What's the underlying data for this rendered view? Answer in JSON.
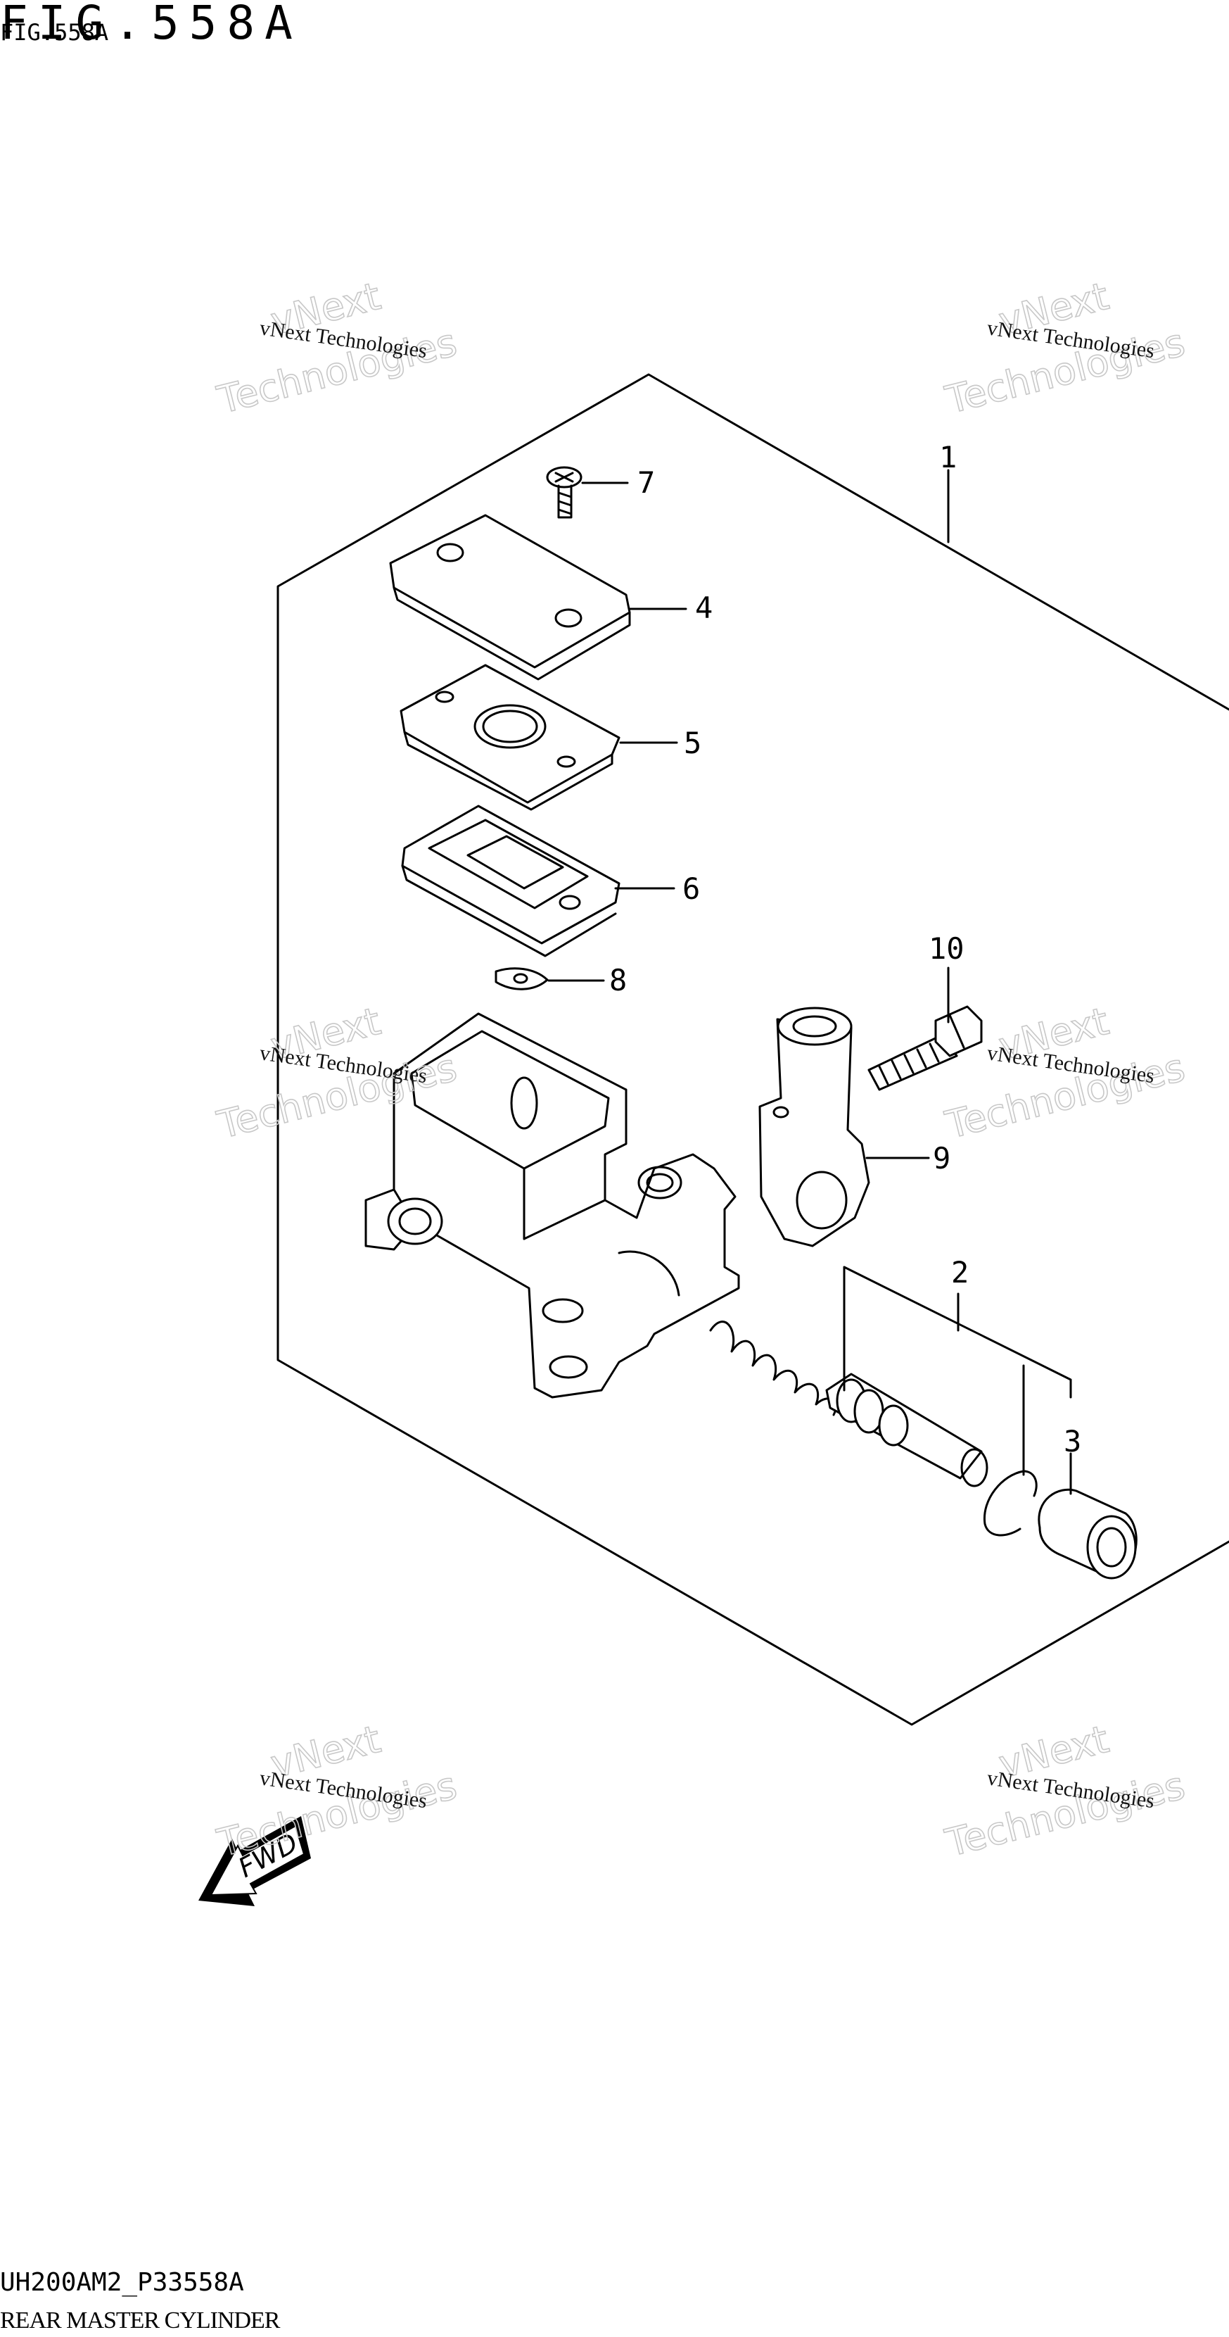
{
  "figure": {
    "title": "FIG.558A",
    "title_small": "FIG.558A",
    "code": "UH200AM2_P33558A",
    "name": "REAR MASTER CYLINDER"
  },
  "watermark": {
    "line1": "vNext Technologies",
    "line2": "vNext",
    "line3": "Technologies"
  },
  "callouts": [
    "1",
    "2",
    "3",
    "4",
    "5",
    "6",
    "7",
    "8",
    "9",
    "10"
  ],
  "fwd_label": "FWD"
}
